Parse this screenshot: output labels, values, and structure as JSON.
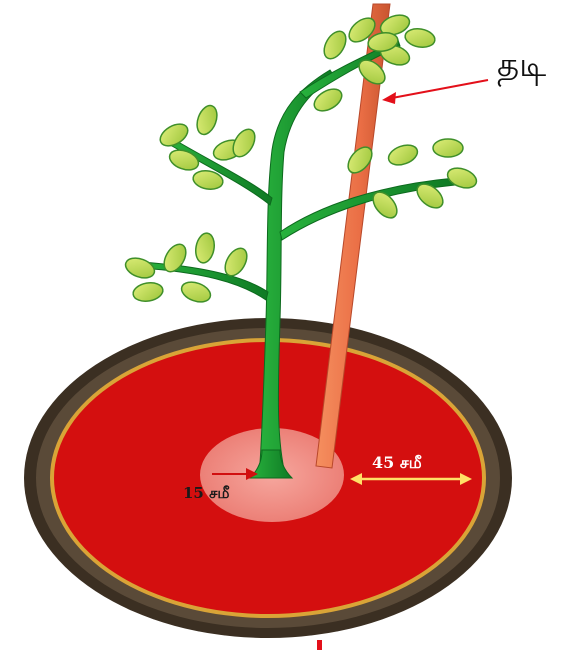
{
  "labels": {
    "stake": "தடி",
    "inner_radius": "15 சமீ",
    "ring_width": "45 சமீ"
  },
  "colors": {
    "basin_outer_rim": "#3b2f22",
    "basin_inner_rim": "#d9a437",
    "basin_fill": "#d40f0f",
    "center_patch": "#f08a82",
    "stake": "#ef7a4e",
    "stem": "#1f9a33",
    "leaf": "#b5d64a",
    "leaf_edge": "#3f8f2a",
    "pointer_arrow": "#e3101a",
    "dimension_arrow_inner": "#d10f0f",
    "dimension_arrow_outer": "#ffe066"
  },
  "icons": [
    "stake-pointer-arrow",
    "inner-radius-arrow",
    "ring-width-double-arrow"
  ]
}
